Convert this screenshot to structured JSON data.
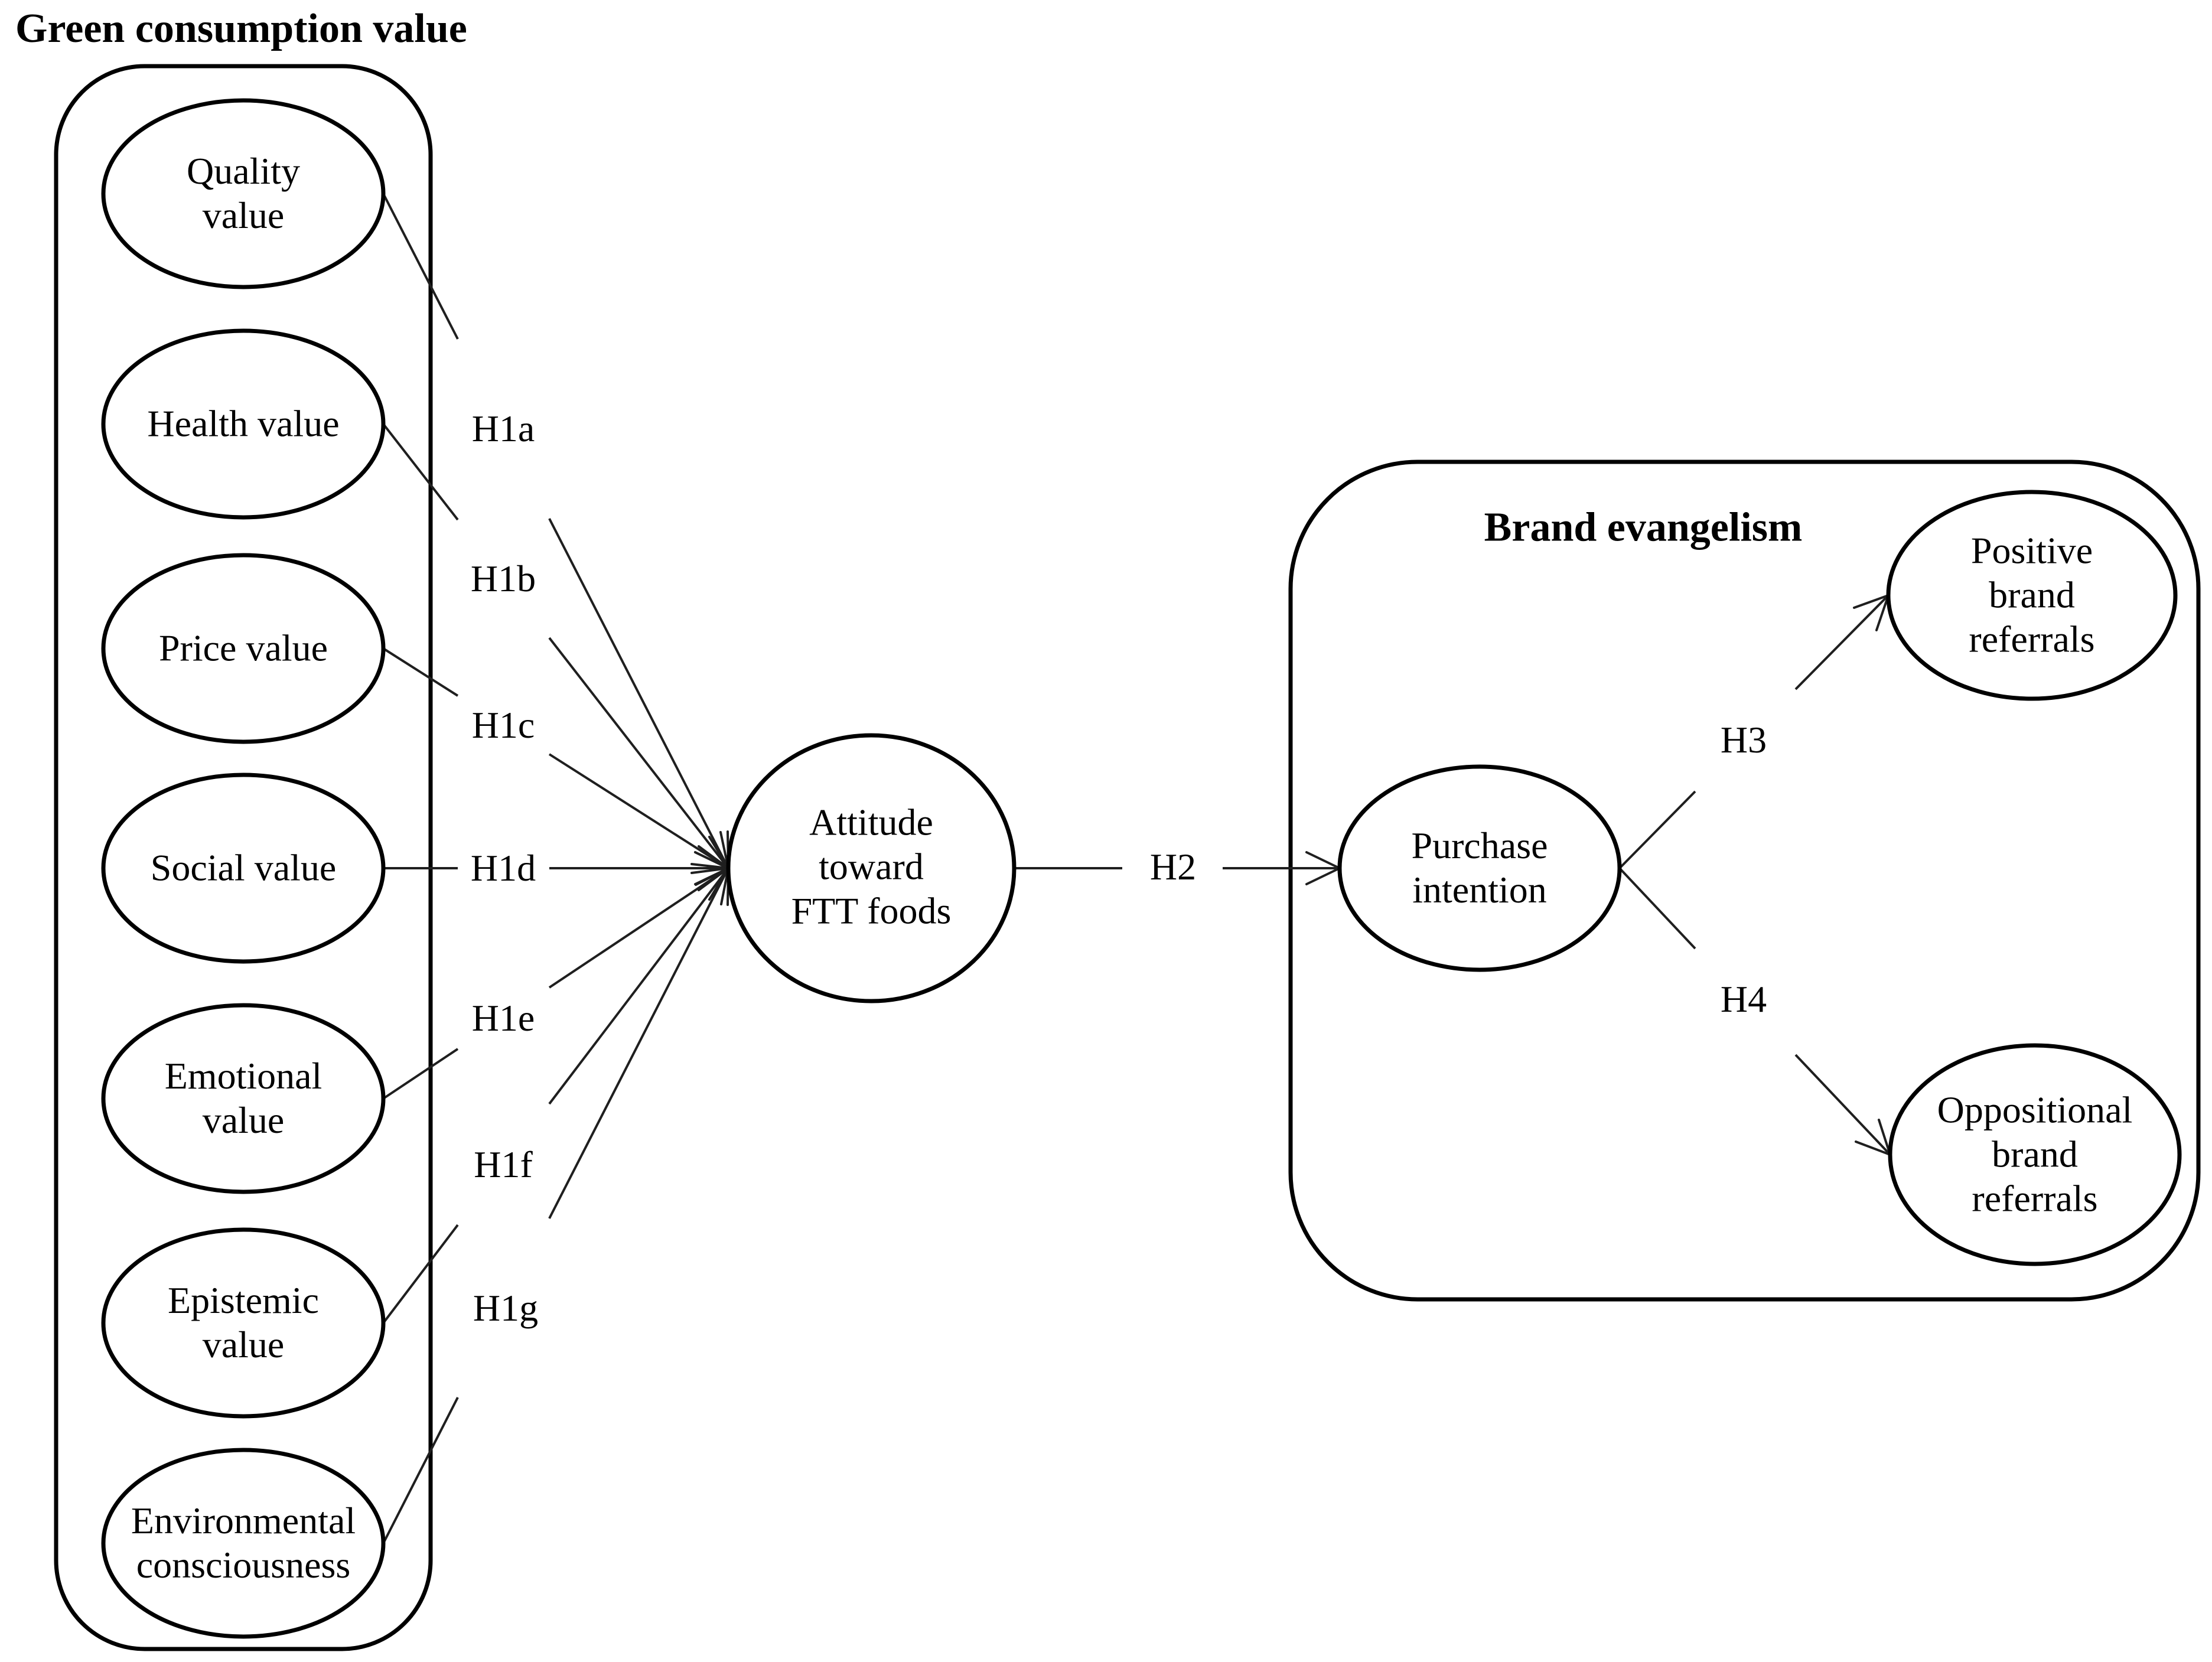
{
  "figure": {
    "background_color": "#ffffff",
    "shape_stroke_color": "#000000",
    "line_color": "#1f1f1f"
  },
  "groups": {
    "green": {
      "title": "Green consumption value"
    },
    "brand": {
      "title": "Brand evangelism"
    }
  },
  "nodes": {
    "quality": {
      "label": "Quality\nvalue"
    },
    "health": {
      "label": "Health value"
    },
    "price": {
      "label": "Price value"
    },
    "social": {
      "label": "Social value"
    },
    "emotional": {
      "label": "Emotional\nvalue"
    },
    "epistemic": {
      "label": "Epistemic\nvalue"
    },
    "environmental": {
      "label": "Environmental\nconsciousness"
    },
    "attitude": {
      "label": "Attitude\ntoward\nFTT foods"
    },
    "purchase": {
      "label": "Purchase\nintention"
    },
    "positive": {
      "label": "Positive\nbrand referrals"
    },
    "oppositional": {
      "label": "Oppositional\nbrand referrals"
    }
  },
  "edges": {
    "h1a": {
      "label": "H1a",
      "from": "Quality value",
      "to": "Attitude toward FTT foods"
    },
    "h1b": {
      "label": "H1b",
      "from": "Health value",
      "to": "Attitude toward FTT foods"
    },
    "h1c": {
      "label": "H1c",
      "from": "Price value",
      "to": "Attitude toward FTT foods"
    },
    "h1d": {
      "label": "H1d",
      "from": "Social value",
      "to": "Attitude toward FTT foods"
    },
    "h1e": {
      "label": "H1e",
      "from": "Emotional value",
      "to": "Attitude toward FTT foods"
    },
    "h1f": {
      "label": "H1f",
      "from": "Epistemic value",
      "to": "Attitude toward FTT foods"
    },
    "h1g": {
      "label": "H1g",
      "from": "Environmental consciousness",
      "to": "Attitude toward FTT foods"
    },
    "h2": {
      "label": "H2",
      "from": "Attitude toward FTT foods",
      "to": "Purchase intention"
    },
    "h3": {
      "label": "H3",
      "from": "Purchase intention",
      "to": "Positive brand referrals"
    },
    "h4": {
      "label": "H4",
      "from": "Purchase intention",
      "to": "Oppositional brand referrals"
    }
  }
}
